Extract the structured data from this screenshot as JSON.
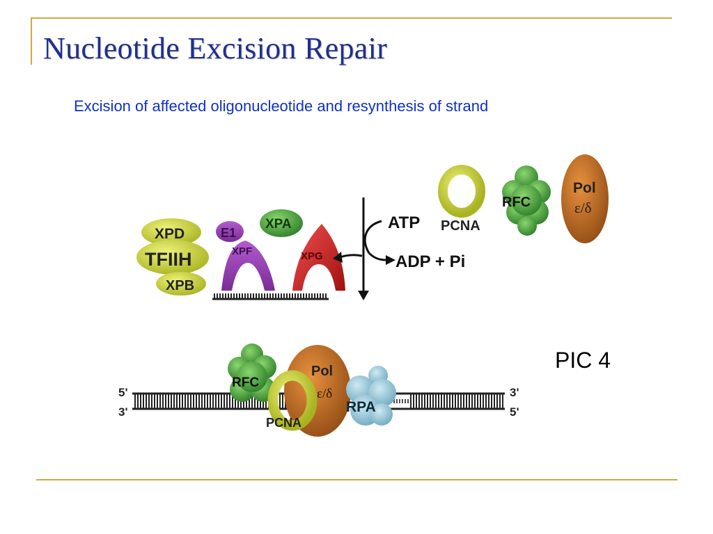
{
  "slide": {
    "title": "Nucleotide Excision Repair",
    "subtitle": "Excision of affected oligonucleotide and resynthesis of strand",
    "pic_label": "PIC 4"
  },
  "diagram": {
    "top": {
      "tfiih_labels": {
        "xpd": "XPD",
        "tfiih": "TFIIH",
        "xpb": "XPB"
      },
      "e1": "E1",
      "xpf": "XPF",
      "xpa": "XPA",
      "xpg": "XPG",
      "atp": "ATP",
      "adp_pi": "ADP + Pi",
      "pcna": "PCNA",
      "rfc": "RFC",
      "pol": "Pol",
      "pol_sub": "ε/δ"
    },
    "bottom": {
      "five_prime_left": "5'",
      "three_prime_left": "3'",
      "three_prime_right": "3'",
      "five_prime_right": "5'",
      "rfc": "RFC",
      "pol": "Pol",
      "pol_sub": "ε/δ",
      "pcna": "PCNA",
      "rpa": "RPA"
    }
  },
  "colors": {
    "title": "#1f2f8f",
    "subtitle": "#1030c8",
    "frame": "#d9a441",
    "yellow_green": "#c8d23a",
    "purple": "#9a3fb5",
    "green": "#3d9a36",
    "red": "#d01e1e",
    "orange_brown": "#b8651c",
    "light_blue": "#8fc3d6"
  }
}
